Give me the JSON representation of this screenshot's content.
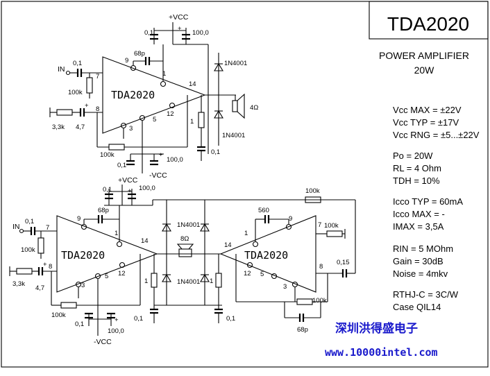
{
  "title": "TDA2020",
  "subtitle1": "POWER AMPLIFIER",
  "subtitle2": "20W",
  "specs": [
    "Vcc MAX = ±22V",
    "Vcc TYP = ±17V",
    "Vcc RNG = ±5...±22V",
    "Po = 20W",
    "RL = 4 Ohm",
    "TDH = 10%",
    "Icco TYP = 60mA",
    "Icco MAX = -",
    "IMAX = 3,5A",
    "RIN = 5 MOhm",
    "Gain = 30dB",
    "Noise = 4mkv",
    "RTHJ-C = 3C/W",
    "Case QIL14"
  ],
  "brand": "深圳洪得盛电子",
  "url": "www.10000intel.com",
  "top_circuit": {
    "chip": "TDA2020",
    "vcc_pos": "+VCC",
    "vcc_neg": "-VCC",
    "c_top_1": "0,1",
    "c_top_2": "100,0",
    "c_top_plus": "+",
    "in_label": "IN",
    "c_in": "0,1",
    "r_in": "100k",
    "r_minus": "3,3k",
    "c_minus": "4,7",
    "c_minus_plus": "+",
    "c_fb": "68p",
    "r_fb": "100k",
    "c_bot_1": "0,1",
    "c_bot_2": "100,0",
    "c_bot_plus": "+",
    "diode_top": "1N4001",
    "diode_bot": "1N4001",
    "speaker": "4Ω",
    "r_zobel": "1",
    "c_zobel": "0,1",
    "pin_9": "9",
    "pin_7": "7",
    "pin_8": "8",
    "pin_1": "1",
    "pin_14": "14",
    "pin_12": "12",
    "pin_3": "3",
    "pin_5": "5"
  },
  "bottom_circuit": {
    "chip_left": "TDA2020",
    "chip_right": "TDA2020",
    "vcc_pos": "+VCC",
    "vcc_neg": "-VCC",
    "c_top_1": "0,1",
    "c_top_2": "100,0",
    "c_top_plus": "+",
    "in_label": "IN",
    "c_in": "0,1",
    "r_in": "100k",
    "r_minus": "3,3k",
    "c_minus": "4,7",
    "c_minus_plus": "+",
    "c_fb_left": "68p",
    "r_fb_left": "100k",
    "c_bot_1": "0,1",
    "c_bot_2": "100,0",
    "c_bot_plus": "+",
    "diode_top": "1N4001",
    "diode_bot": "1N4001",
    "speaker": "8Ω",
    "r_top_bridge": "100k",
    "c_560": "560",
    "r_right_100k": "100k",
    "c_out": "0,15",
    "r_bot_right": "100k",
    "c_68p_right": "68p",
    "r_zobel_left": "1",
    "r_zobel_right": "1",
    "c_zobel_left": "0,1",
    "c_zobel_right": "0,1",
    "pins_left": {
      "p9": "9",
      "p7": "7",
      "p8": "8",
      "p1": "1",
      "p14": "14",
      "p12": "12",
      "p3": "3",
      "p5": "5"
    },
    "pins_right": {
      "p9": "9",
      "p7": "7",
      "p8": "8",
      "p1": "1",
      "p14": "14",
      "p12": "12",
      "p3": "3",
      "p5": "5"
    }
  }
}
